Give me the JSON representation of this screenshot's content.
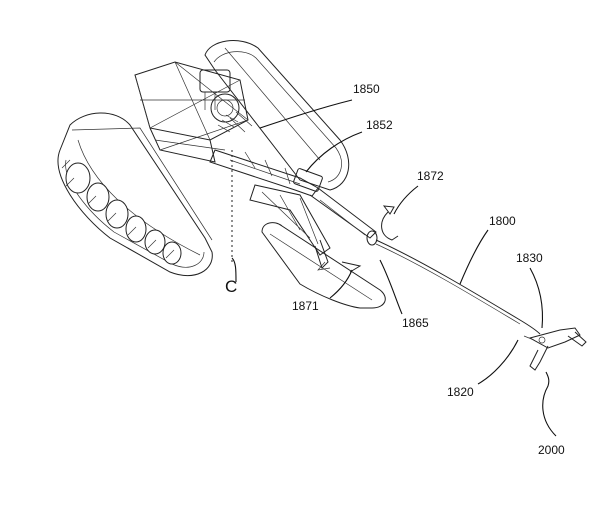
{
  "figure": {
    "reference_labels": [
      {
        "id": "1850",
        "text": "1850"
      },
      {
        "id": "1852",
        "text": "1852"
      },
      {
        "id": "1872",
        "text": "1872"
      },
      {
        "id": "1800",
        "text": "1800"
      },
      {
        "id": "1830",
        "text": "1830"
      },
      {
        "id": "1871",
        "text": "1871"
      },
      {
        "id": "1865",
        "text": "1865"
      },
      {
        "id": "1820",
        "text": "1820"
      },
      {
        "id": "2000",
        "text": "2000"
      },
      {
        "id": "C",
        "text": "C"
      }
    ]
  }
}
